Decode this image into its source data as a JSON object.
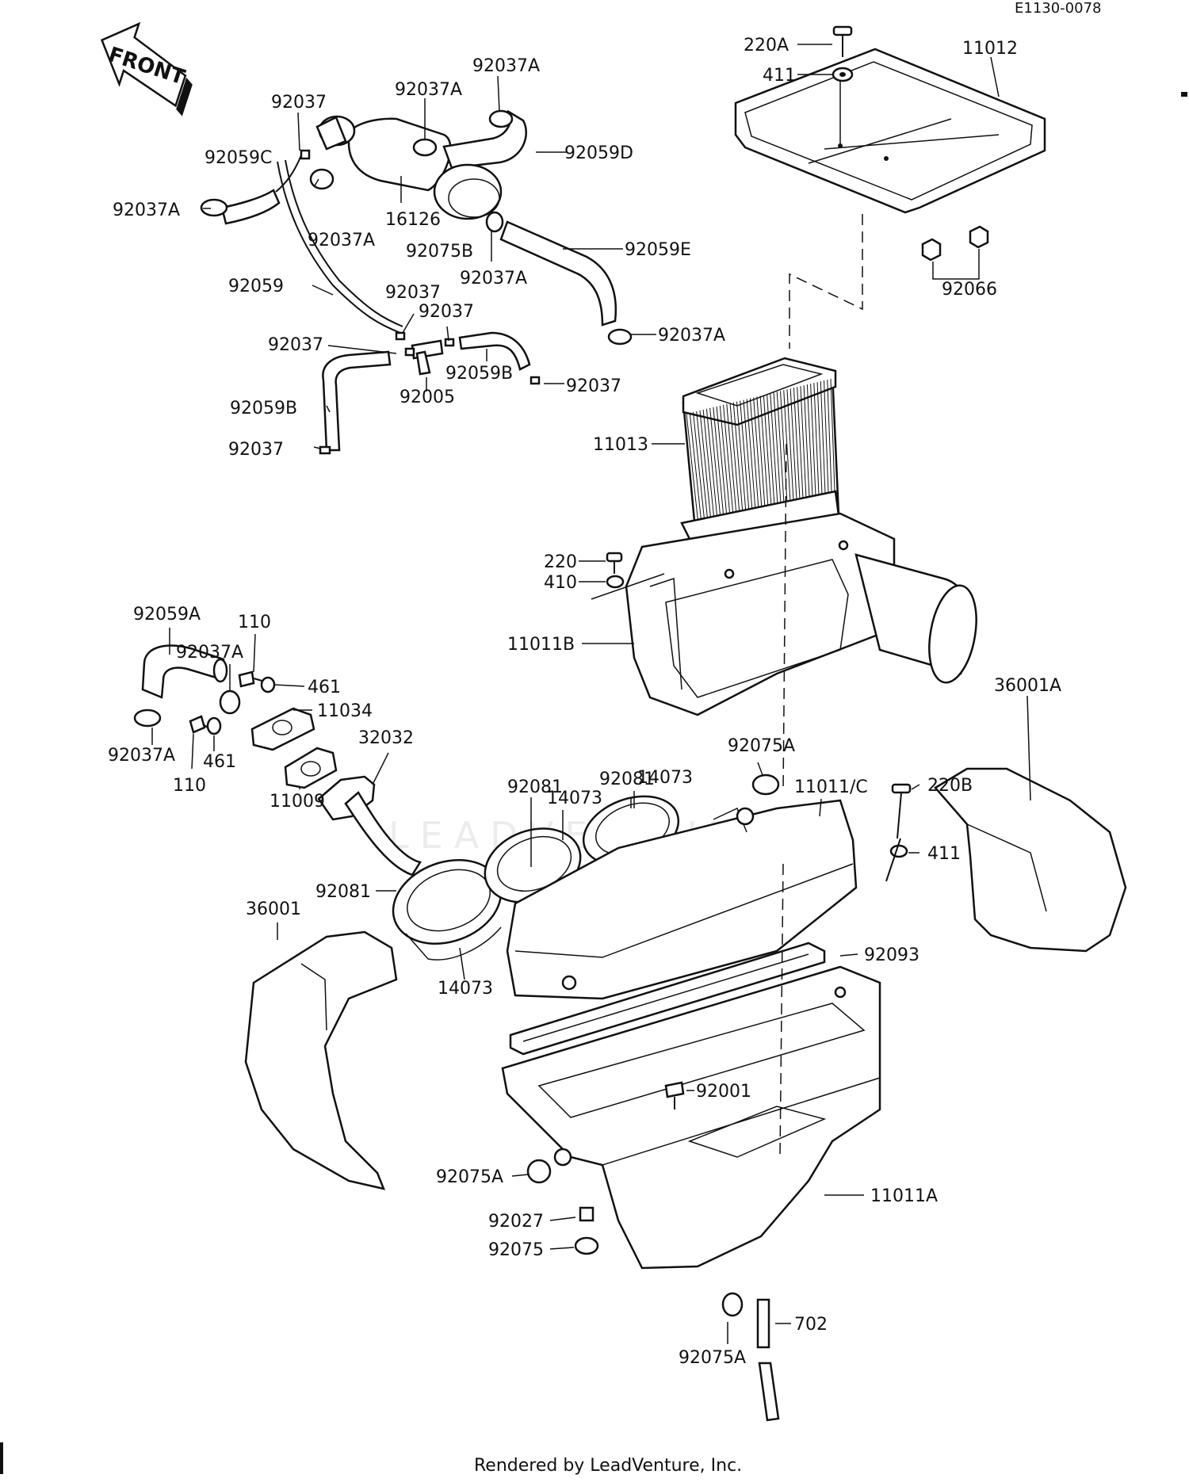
{
  "ref_code": "E1130-0078",
  "front_label": "FRONT",
  "credit": "Rendered by LeadVenture, Inc.",
  "watermark": "LEADVENTURE",
  "labels": [
    {
      "id": "l220A",
      "text": "220A"
    },
    {
      "id": "l11012",
      "text": "11012"
    },
    {
      "id": "l411top",
      "text": "411"
    },
    {
      "id": "l92066",
      "text": "92066"
    },
    {
      "id": "l92037A1",
      "text": "92037A"
    },
    {
      "id": "l92037A2",
      "text": "92037A"
    },
    {
      "id": "l92037t",
      "text": "92037"
    },
    {
      "id": "l92059C",
      "text": "92059C"
    },
    {
      "id": "l92059D",
      "text": "92059D"
    },
    {
      "id": "l92037A3",
      "text": "92037A"
    },
    {
      "id": "l16126",
      "text": "16126"
    },
    {
      "id": "l92037A4",
      "text": "92037A"
    },
    {
      "id": "l92075B",
      "text": "92075B"
    },
    {
      "id": "l92037A5",
      "text": "92037A"
    },
    {
      "id": "l92059E",
      "text": "92059E"
    },
    {
      "id": "l92059",
      "text": "92059"
    },
    {
      "id": "l92037b",
      "text": "92037"
    },
    {
      "id": "l92037c",
      "text": "92037"
    },
    {
      "id": "l92037d",
      "text": "92037"
    },
    {
      "id": "l92037A6",
      "text": "92037A"
    },
    {
      "id": "l92059B1",
      "text": "92059B"
    },
    {
      "id": "l92005",
      "text": "92005"
    },
    {
      "id": "l92037e",
      "text": "92037"
    },
    {
      "id": "l92059B2",
      "text": "92059B"
    },
    {
      "id": "l92037f",
      "text": "92037"
    },
    {
      "id": "l11013",
      "text": "11013"
    },
    {
      "id": "l220",
      "text": "220"
    },
    {
      "id": "l410",
      "text": "410"
    },
    {
      "id": "l11011B",
      "text": "11011B"
    },
    {
      "id": "l92059A",
      "text": "92059A"
    },
    {
      "id": "l110a",
      "text": "110"
    },
    {
      "id": "l92037A7",
      "text": "92037A"
    },
    {
      "id": "l461a",
      "text": "461"
    },
    {
      "id": "l11034",
      "text": "11034"
    },
    {
      "id": "l32032",
      "text": "32032"
    },
    {
      "id": "l92037A8",
      "text": "92037A"
    },
    {
      "id": "l461b",
      "text": "461"
    },
    {
      "id": "l110b",
      "text": "110"
    },
    {
      "id": "l11009",
      "text": "11009"
    },
    {
      "id": "l36001A",
      "text": "36001A"
    },
    {
      "id": "l92075A1",
      "text": "92075A"
    },
    {
      "id": "l11011C",
      "text": "11011/C"
    },
    {
      "id": "l92081a",
      "text": "92081"
    },
    {
      "id": "l92081b",
      "text": "92081"
    },
    {
      "id": "l14073a",
      "text": "14073"
    },
    {
      "id": "l14073b",
      "text": "14073"
    },
    {
      "id": "l220B",
      "text": "220B"
    },
    {
      "id": "l411b",
      "text": "411"
    },
    {
      "id": "l92081c",
      "text": "92081"
    },
    {
      "id": "l36001",
      "text": "36001"
    },
    {
      "id": "l14073c",
      "text": "14073"
    },
    {
      "id": "l92093",
      "text": "92093"
    },
    {
      "id": "l92001",
      "text": "92001"
    },
    {
      "id": "l92075A2",
      "text": "92075A"
    },
    {
      "id": "l11011A",
      "text": "11011A"
    },
    {
      "id": "l92027",
      "text": "92027"
    },
    {
      "id": "l92075",
      "text": "92075"
    },
    {
      "id": "l702",
      "text": "702"
    },
    {
      "id": "l92075A3",
      "text": "92075A"
    }
  ]
}
